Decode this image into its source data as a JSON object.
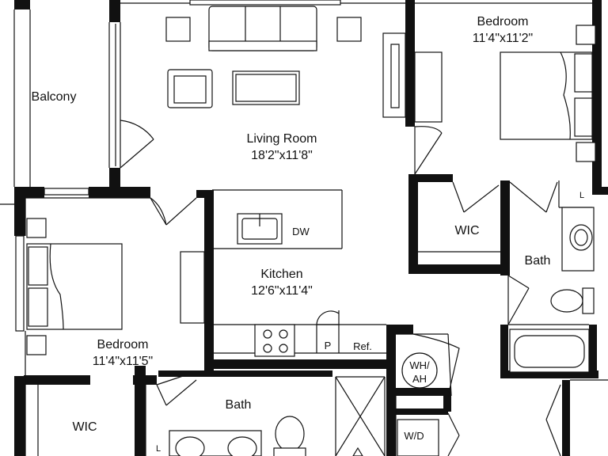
{
  "rooms": {
    "balcony": {
      "name": "Balcony"
    },
    "living": {
      "name": "Living Room",
      "dims": "18'2\"x11'8\""
    },
    "bedroom_right": {
      "name": "Bedroom",
      "dims": "11'4\"x11'2\""
    },
    "bedroom_left": {
      "name": "Bedroom",
      "dims": "11'4\"x11'5\""
    },
    "kitchen": {
      "name": "Kitchen",
      "dims": "12'6\"x11'4\""
    },
    "wic_right": {
      "name": "WIC"
    },
    "wic_left": {
      "name": "WIC"
    },
    "bath_right": {
      "name": "Bath"
    },
    "bath_bottom": {
      "name": "Bath"
    }
  },
  "fixtures": {
    "dishwasher": "DW",
    "pantry": "P",
    "refrigerator": "Ref.",
    "water_heater_line1": "WH/",
    "water_heater_line2": "AH",
    "washer_dryer": "W/D",
    "linen_right": "L",
    "linen_bottom": "L"
  }
}
